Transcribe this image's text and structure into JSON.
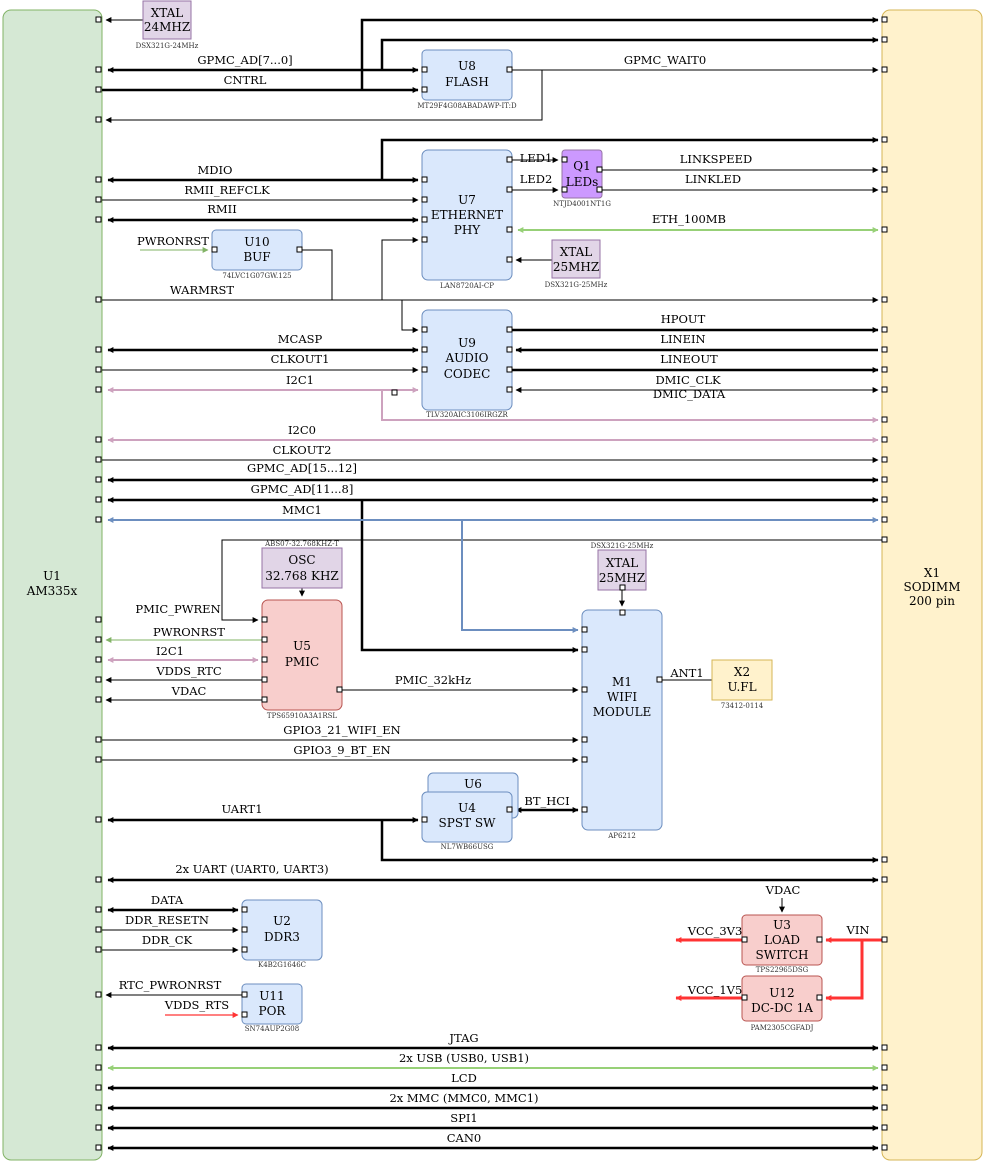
{
  "colors": {
    "green_fill": "#d5e8d4",
    "green_stroke": "#82b366",
    "yellow_fill": "#fff2cc",
    "yellow_stroke": "#d6b656",
    "blue_fill": "#dae8fc",
    "blue_stroke": "#6c8ebf",
    "red_fill": "#f8cecc",
    "red_stroke": "#b85450",
    "purple_fill": "#e1d5e7",
    "purple_stroke": "#9673a6",
    "violet_fill": "#cc99ff",
    "i2c": "#cda2be",
    "eth": "#97d077",
    "mmc": "#6c8ebf",
    "power": "#ff3333",
    "pwronrst": "#82b366"
  },
  "blocks": {
    "u1": {
      "line1": "U1",
      "line2": "AM335x"
    },
    "x1": {
      "line1": "X1",
      "line2": "SODIMM",
      "line3": "200 pin"
    },
    "xtal24": {
      "line1": "XTAL",
      "line2": "24MHZ",
      "part": "DSX321G-24MHz"
    },
    "u8": {
      "line1": "U8",
      "line2": "FLASH",
      "part": "MT29F4G08ABADAWP-IT:D"
    },
    "u7": {
      "line1": "U7",
      "line2": "ETHERNET",
      "line3": "PHY",
      "part": "LAN8720AI-CP"
    },
    "q1": {
      "line1": "Q1",
      "line2": "LEDs",
      "part": "NTJD4001NT1G"
    },
    "xtal25a": {
      "line1": "XTAL",
      "line2": "25MHZ",
      "part": "DSX321G-25MHz"
    },
    "u10": {
      "line1": "U10",
      "line2": "BUF",
      "part": "74LVC1G07GW.125"
    },
    "u9": {
      "line1": "U9",
      "line2": "AUDIO",
      "line3": "CODEC",
      "part": "TLV320AIC3106IRGZR"
    },
    "osc": {
      "line1": "OSC",
      "line2": "32.768 KHZ",
      "part": "ABS07-32.768KHZ-T"
    },
    "u5": {
      "line1": "U5",
      "line2": "PMIC",
      "part": "TPS65910A3A1RSL"
    },
    "xtal25b": {
      "line1": "XTAL",
      "line2": "25MHZ",
      "part": "DSX321G-25MHz"
    },
    "m1": {
      "line1": "M1",
      "line2": "WIFI",
      "line3": "MODULE",
      "part": "AP6212"
    },
    "x2": {
      "line1": "X2",
      "line2": "U.FL",
      "part": "73412-0114"
    },
    "u6": {
      "line1": "U6"
    },
    "u4": {
      "line1": "U4",
      "line2": "SPST SW",
      "part": "NL7WB66USG"
    },
    "u2": {
      "line1": "U2",
      "line2": "DDR3",
      "part": "K4B2G1646C"
    },
    "u11": {
      "line1": "U11",
      "line2": "POR",
      "part": "SN74AUP2G08"
    },
    "u3": {
      "line1": "U3",
      "line2": "LOAD",
      "line3": "SWITCH",
      "part": "TPS22965DSG"
    },
    "u12": {
      "line1": "U12",
      "line2": "DC-DC 1A",
      "part": "PAM2305CGFADJ"
    }
  },
  "signals": {
    "gpmc_ad7_0": "GPMC_AD[7...0]",
    "cntrl": "CNTRL",
    "gpmc_wait0": "GPMC_WAIT0",
    "mdio": "MDIO",
    "rmii_refclk": "RMII_REFCLK",
    "rmii": "RMII",
    "led1": "LED1",
    "led2": "LED2",
    "linkspeed": "LINKSPEED",
    "linkled": "LINKLED",
    "eth_100mb": "ETH_100MB",
    "pwronrst_u10": "PWRONRST",
    "warmrst": "WARMRST",
    "mcasp": "MCASP",
    "clkout1": "CLKOUT1",
    "i2c1": "I2C1",
    "hpout": "HPOUT",
    "linein": "LINEIN",
    "lineout": "LINEOUT",
    "dmic_clk": "DMIC_CLK",
    "dmic_data": "DMIC_DATA",
    "i2c0": "I2C0",
    "clkout2": "CLKOUT2",
    "gpmc_ad15_12": "GPMC_AD[15...12]",
    "gpmc_ad11_8": "GPMC_AD[11...8]",
    "mmc1": "MMC1",
    "pmic_pwren": "PMIC_PWREN",
    "pwronrst_pmic": "PWRONRST",
    "i2c1_pmic": "I2C1",
    "vdds_rtc": "VDDS_RTC",
    "vdac": "VDAC",
    "pmic_32khz": "PMIC_32kHz",
    "ant1": "ANT1",
    "gpio3_21": "GPIO3_21_WIFI_EN",
    "gpio3_9": "GPIO3_9_BT_EN",
    "uart1": "UART1",
    "bt_hci": "BT_HCI",
    "uart2x": "2x UART (UART0, UART3)",
    "data": "DATA",
    "ddr_resetn": "DDR_RESETN",
    "ddr_ck": "DDR_CK",
    "vdac_u3": "VDAC",
    "vcc_3v3": "VCC_3V3",
    "vin": "VIN",
    "vcc_1v5": "VCC_1V5",
    "rtc_pwronrst": "RTC_PWRONRST",
    "vdds_rts": "VDDS_RTS",
    "jtag": "JTAG",
    "usb2x": "2x USB (USB0, USB1)",
    "lcd": "LCD",
    "mmc2x": "2x MMC (MMC0, MMC1)",
    "spi1": "SPI1",
    "can0": "CAN0"
  }
}
